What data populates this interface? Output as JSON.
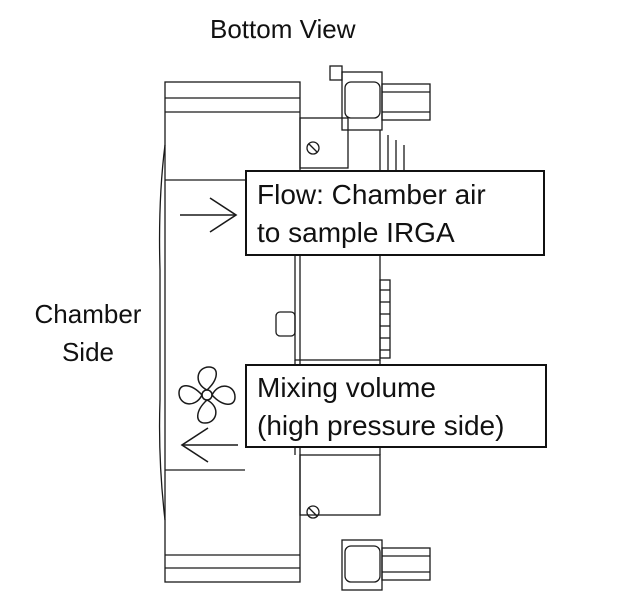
{
  "title": "Bottom View",
  "side_label": {
    "line1": "Chamber",
    "line2": "Side"
  },
  "callouts": {
    "flow": {
      "line1": "Flow: Chamber air",
      "line2": "to sample IRGA"
    },
    "mixing": {
      "line1": "Mixing volume",
      "line2": "(high pressure side)"
    }
  },
  "icons": [
    "arrow-right-icon",
    "arrow-left-icon",
    "fan-icon",
    "screw-icon"
  ],
  "colors": {
    "line": "#1a1a1a",
    "background": "#ffffff"
  }
}
